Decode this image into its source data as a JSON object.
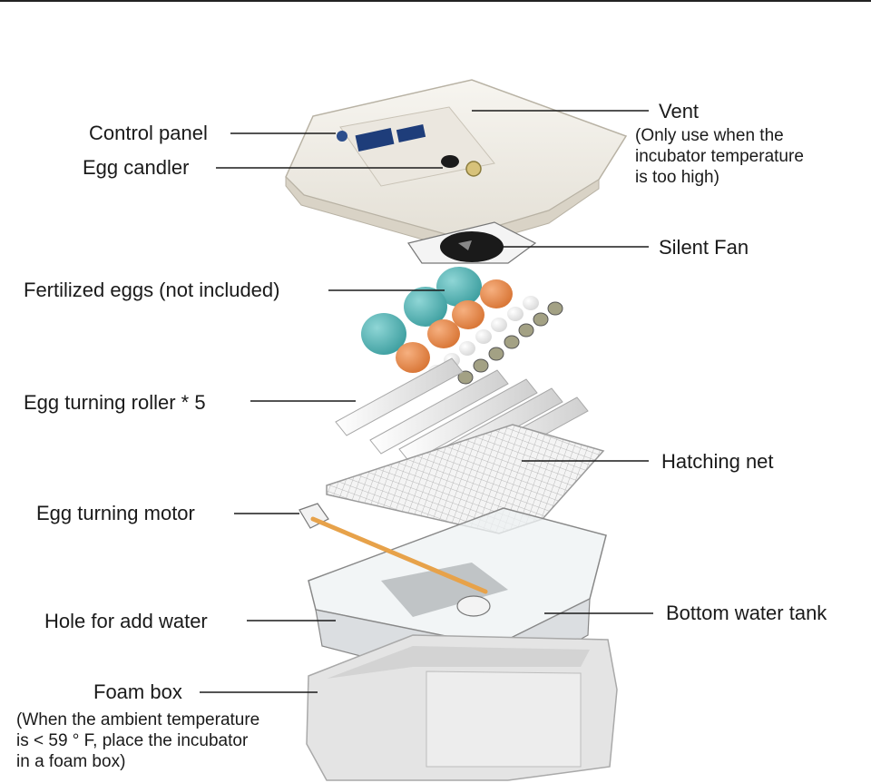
{
  "labels": {
    "control_panel": "Control panel",
    "egg_candler": "Egg candler",
    "vent": "Vent",
    "vent_note": "(Only use when the\nincubator temperature\nis too high)",
    "silent_fan": "Silent Fan",
    "fertilized_eggs": "Fertilized eggs (not included)",
    "egg_turning_roller": "Egg turning roller * 5",
    "hatching_net": "Hatching net",
    "egg_turning_motor": "Egg turning motor",
    "hole_for_water": "Hole for add water",
    "bottom_water_tank": "Bottom water tank",
    "foam_box": "Foam box",
    "foam_box_note": "(When the ambient temperature\nis < 59 ° F, place the incubator\nin a foam box)"
  },
  "colors": {
    "lid": "#f2efe8",
    "teal_egg": "#4fb3b4",
    "orange_egg": "#e8894a",
    "quail_egg": "#9c9a7a",
    "roller": "#e9e9e9",
    "tank": "#d9dde0",
    "foam": "#e6e6e6",
    "motor_rod": "#e7a24a"
  }
}
